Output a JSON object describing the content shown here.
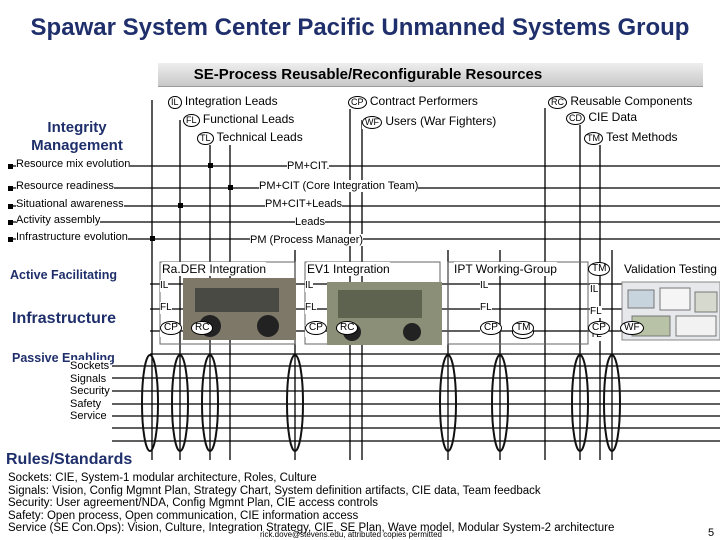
{
  "title": "Spawar System Center Pacific Unmanned Systems Group",
  "subtitle": "SE-Process Reusable/Reconfigurable Resources",
  "legend": {
    "il": {
      "code": "IL",
      "text": "Integration Leads"
    },
    "fl": {
      "code": "FL",
      "text": "Functional Leads"
    },
    "tl": {
      "code": "TL",
      "text": "Technical Leads"
    },
    "cp": {
      "code": "CP",
      "text": "Contract Performers"
    },
    "wf": {
      "code": "WF",
      "text": "Users (War Fighters)"
    },
    "rc": {
      "code": "RC",
      "text": "Reusable Components"
    },
    "cd": {
      "code": "CD",
      "text": "CIE Data"
    },
    "tm": {
      "code": "TM",
      "text": "Test Methods"
    }
  },
  "integrity": {
    "heading": "Integrity Management",
    "items": [
      "Resource mix evolution",
      "Resource readiness",
      "Situational awareness",
      "Activity assembly",
      "Infrastructure evolution"
    ]
  },
  "pm_labels": [
    "PM+CIT.",
    "PM+CIT (Core Integration Team)",
    "PM+CIT+Leads",
    "Leads",
    "PM (Process Manager)"
  ],
  "infrastructure": {
    "active": "Active Facilitating",
    "heading": "Infrastructure",
    "passive": "Passive Enabling"
  },
  "projects": [
    "Ra.DER Integration",
    "EV1 Integration",
    "IPT Working-Group",
    "Validation Testing"
  ],
  "tags": {
    "il": "IL",
    "fl": "FL",
    "tl": "TL",
    "cp": "CP",
    "rc": "RC",
    "cd": "CD",
    "tm": "TM",
    "wf": "WF"
  },
  "rules": {
    "items": [
      "Sockets",
      "Signals",
      "Security",
      "Safety",
      "Service"
    ],
    "heading": "Rules/Standards",
    "lines": [
      "Sockets: CIE, System-1 modular architecture, Roles, Culture",
      "Signals:  Vision, Config Mgmnt Plan, Strategy Chart, System definition artifacts, CIE data, Team feedback",
      "Security: User agreement/NDA, Config Mgmnt Plan, CIE access controls",
      "Safety:   Open process, Open communication, CIE information access",
      "Service   (SE Con.Ops): Vision, Culture, Integration Strategy, CIE, SE Plan, Wave model, Modular System-2 architecture"
    ]
  },
  "credit": "rick.dove@stevens.edu, attributed copies permitted",
  "page_number": "5",
  "colors": {
    "title": "#1f2f6b",
    "lines": "#000000"
  }
}
